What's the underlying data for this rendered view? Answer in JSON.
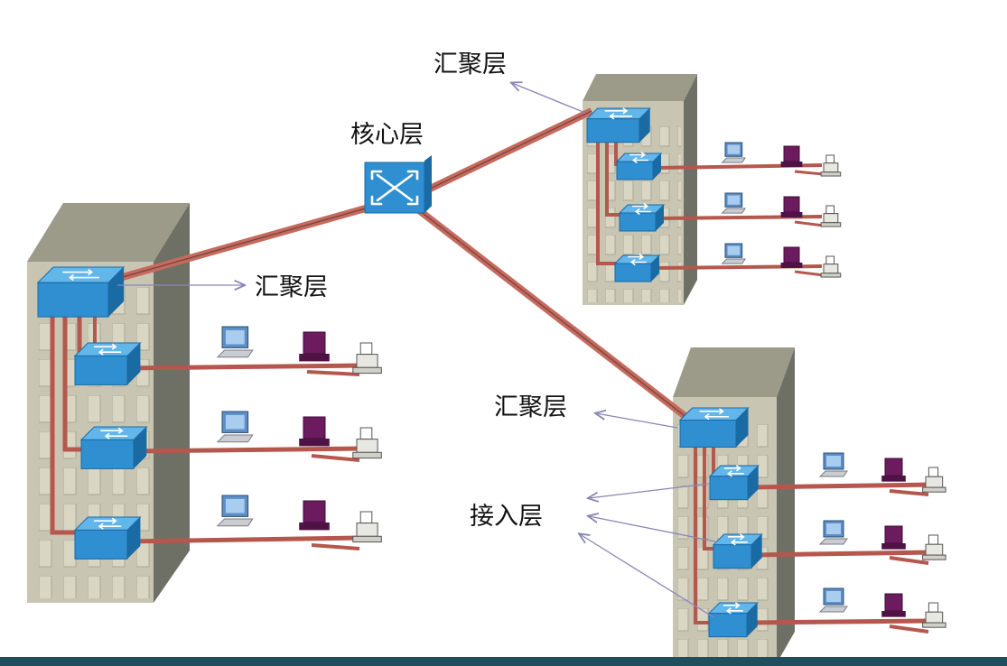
{
  "labels": {
    "core": "核心层",
    "aggregation_top": "汇聚层",
    "aggregation_left": "汇聚层",
    "aggregation_right": "汇聚层",
    "access": "接入层"
  },
  "colors": {
    "building_front": "#c8c5b3",
    "building_side": "#6f7065",
    "building_top": "#9c9a88",
    "window": "#d9d6c4",
    "switch": "#2f8fd0",
    "switch_top": "#63b6ea",
    "cable": "#b5574c",
    "core_link": "#c66a5e",
    "arrow": "#8a86b8",
    "pc": "#5b8fc6",
    "terminal": "#6b1b5e",
    "printer": "#e8e8e2"
  },
  "buildings": [
    "left-building",
    "top-right-building",
    "bottom-right-building"
  ]
}
